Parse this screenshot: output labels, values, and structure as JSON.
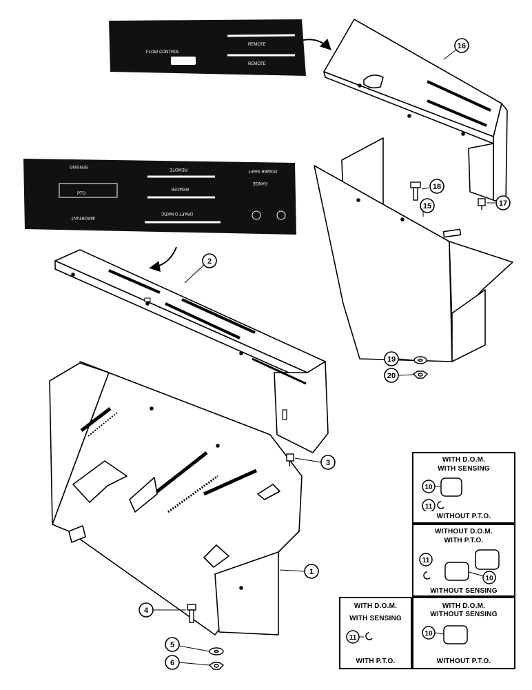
{
  "decals": {
    "upper": {
      "flow_control": "FLOW CONTROL",
      "remote_1": "REMOTE",
      "remote_2": "REMOTE"
    },
    "lower": {
      "sensing": "SENSING",
      "remote_1": "REMOTE",
      "remote_2": "REMOTE",
      "draft_o_matic": "DRAFT O MATIC",
      "range": "RANGE",
      "power_shift": "POWER SHIFT",
      "important": "IMPORTANT",
      "pto": "PTO"
    }
  },
  "callouts": [
    "1",
    "2",
    "3",
    "4",
    "5",
    "6",
    "10",
    "11",
    "15",
    "16",
    "17",
    "18",
    "19",
    "20"
  ],
  "variant_panels": {
    "panel_a": {
      "line1": "WITH D.O.M.",
      "line2": "WITH SENSING",
      "part_a": "10",
      "part_b": "11",
      "footer": "WITHOUT P.T.O."
    },
    "panel_b": {
      "line1": "WITHOUT D.O.M.",
      "line2": "WITH P.T.O.",
      "part_a": "11",
      "part_b": "10",
      "footer": "WITHOUT SENSING"
    },
    "panel_c": {
      "line1": "WITH D.O.M.",
      "line2": "WITH SENSING",
      "part_a": "11",
      "footer": "WITH P.T.O."
    },
    "panel_d": {
      "line1": "WITH D.O.M.",
      "line2": "WITHOUT SENSING",
      "part_a": "10",
      "footer": "WITHOUT P.T.O."
    }
  }
}
